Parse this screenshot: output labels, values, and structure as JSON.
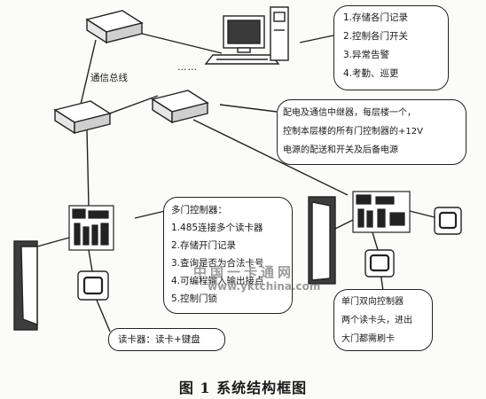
{
  "pc_callout": {
    "items": [
      "1.存储各门记录",
      "2.控制各门开关",
      "3.异常告警",
      "4.考勤、巡更"
    ]
  },
  "bus_label": "通信总线",
  "ellipsis": "……",
  "relay_callout": {
    "lines": [
      "配电及通信中继器，每层楼一个，",
      "控制本层楼的所有门控制器的+12V",
      "电源的配送和开关及后备电源"
    ]
  },
  "multi_callout": {
    "title": "多门控制器：",
    "items": [
      "1.485连接多个读卡器",
      "2.存储开门记录",
      "3.查询是否为合法卡号",
      "4.可编程输入输出接点",
      "5.控制门锁"
    ]
  },
  "reader_callout": "读卡器：读卡+键盘",
  "dual_callout": {
    "lines": [
      "单门双向控制器",
      "两个读卡头，进出",
      "大门都需刷卡"
    ]
  },
  "watermark": {
    "line1": "中国一卡通网",
    "line2": "www.yktchina.com"
  },
  "caption": "图 1   系统结构框图"
}
